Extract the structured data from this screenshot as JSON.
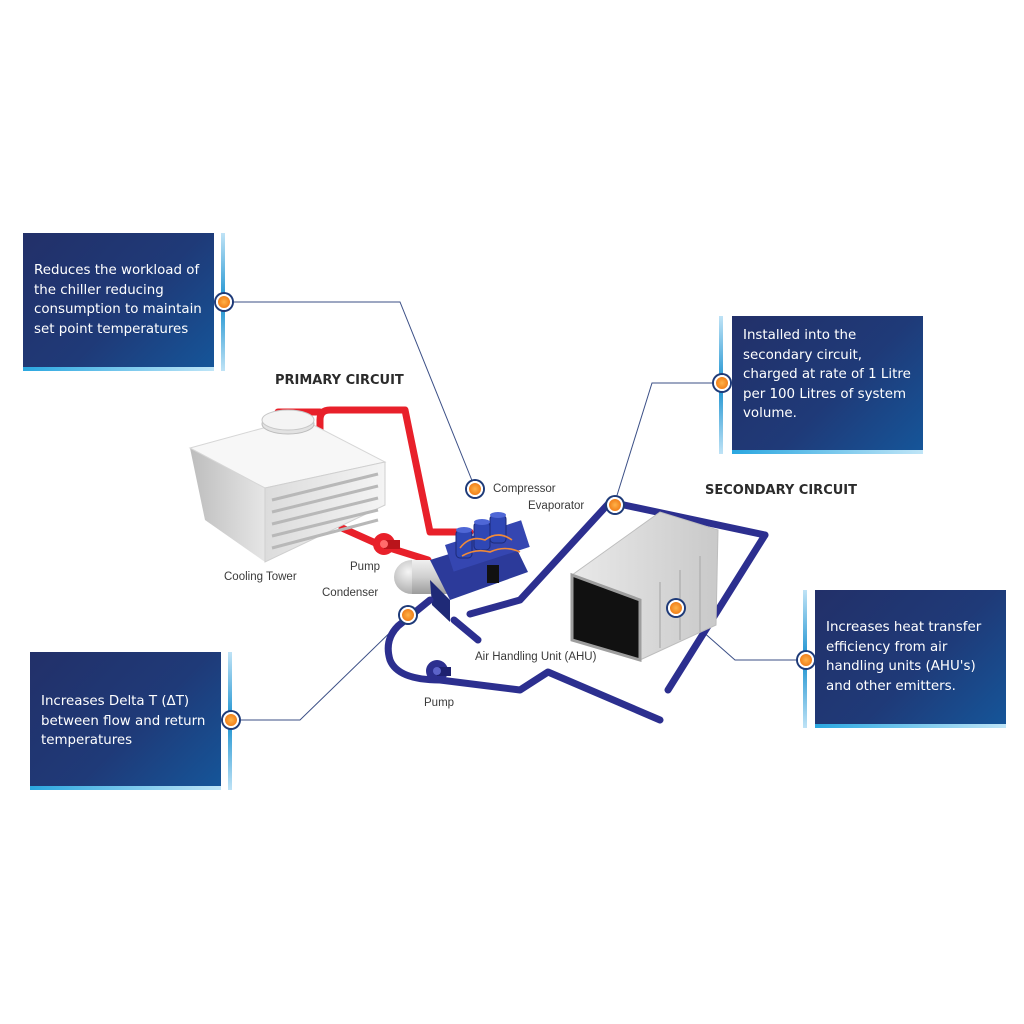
{
  "headings": {
    "primary_circuit": "PRIMARY CIRCUIT",
    "secondary_circuit": "SECONDARY CIRCUIT"
  },
  "labels": {
    "compressor": "Compressor",
    "evaporator": "Evaporator",
    "pump_primary": "Pump",
    "cooling_tower": "Cooling Tower",
    "condenser": "Condenser",
    "air_handling_unit": "Air Handling Unit (AHU)",
    "pump_secondary": "Pump"
  },
  "callouts": {
    "chiller_workload": "Reduces the workload of the chiller reducing consumption to maintain set point temperatures",
    "secondary_install": "Installed into the secondary circuit, charged at rate of 1 Litre per 100 Litres of system volume.",
    "heat_transfer": "Increases heat transfer efficiency from air handling units (AHU's) and other emitters.",
    "delta_t": "Increases Delta T (ΔT) between flow and return temperatures"
  },
  "colors": {
    "callout_navy": "#223069",
    "callout_accent": "#2aa7e0",
    "marker_orange": "#f07d16",
    "primary_pipe_red": "#e8202a",
    "secondary_pipe_blue": "#2c2f8f",
    "connector_line": "#3b4f86"
  },
  "icons": {
    "cooling_tower": "cooling-tower-icon",
    "pump": "pump-icon",
    "chiller": "chiller-icon",
    "ahu": "air-handling-unit-icon"
  }
}
